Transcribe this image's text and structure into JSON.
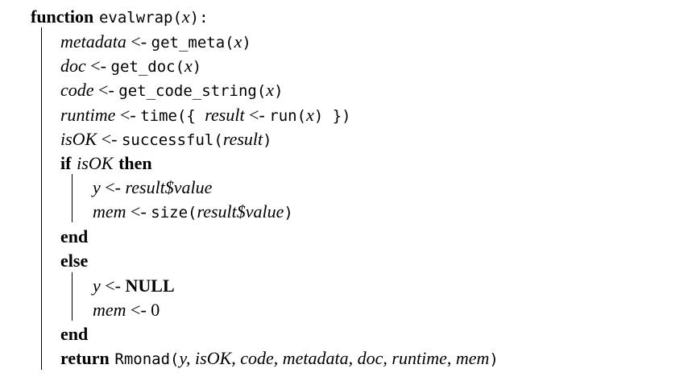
{
  "algorithm": {
    "header": {
      "keyword": "function",
      "name": "evalwrap",
      "open": "(",
      "arg": "x",
      "close": "):"
    },
    "line_metadata": {
      "var": "metadata",
      "arrow": " <- ",
      "func": "get_meta(",
      "arg": "x",
      "close": ")"
    },
    "line_doc": {
      "var": "doc",
      "arrow": " <- ",
      "func": "get_doc(",
      "arg": "x",
      "close": ")"
    },
    "line_code": {
      "var": "code",
      "arrow": " <- ",
      "func": "get_code_string(",
      "arg": "x",
      "close": ")"
    },
    "line_runtime": {
      "var": "runtime",
      "arrow": " <- ",
      "func": "time({ ",
      "inner_var": "result",
      "inner_arrow": " <- ",
      "inner_func": "run(",
      "inner_arg": "x",
      "inner_close": ") })"
    },
    "line_isok": {
      "var": "isOK",
      "arrow": " <- ",
      "func": "successful(",
      "arg": "result",
      "close": ")"
    },
    "if_line": {
      "keyword_if": "if",
      "condition": "isOK",
      "keyword_then": "then"
    },
    "then_y": {
      "var": "y",
      "arrow": " <- ",
      "value": "result$value"
    },
    "then_mem": {
      "var": "mem",
      "arrow": " <- ",
      "func": "size(",
      "arg": "result$value",
      "close": ")"
    },
    "end_if": "end",
    "else_line": "else",
    "else_y": {
      "var": "y",
      "arrow": " <- ",
      "value": "NULL"
    },
    "else_mem": {
      "var": "mem",
      "arrow": " <- ",
      "value": "0"
    },
    "end_else": "end",
    "return_line": {
      "keyword": "return",
      "func": "Rmonad(",
      "args": "y, isOK, code, metadata, doc, runtime, mem",
      "close": ")"
    }
  }
}
